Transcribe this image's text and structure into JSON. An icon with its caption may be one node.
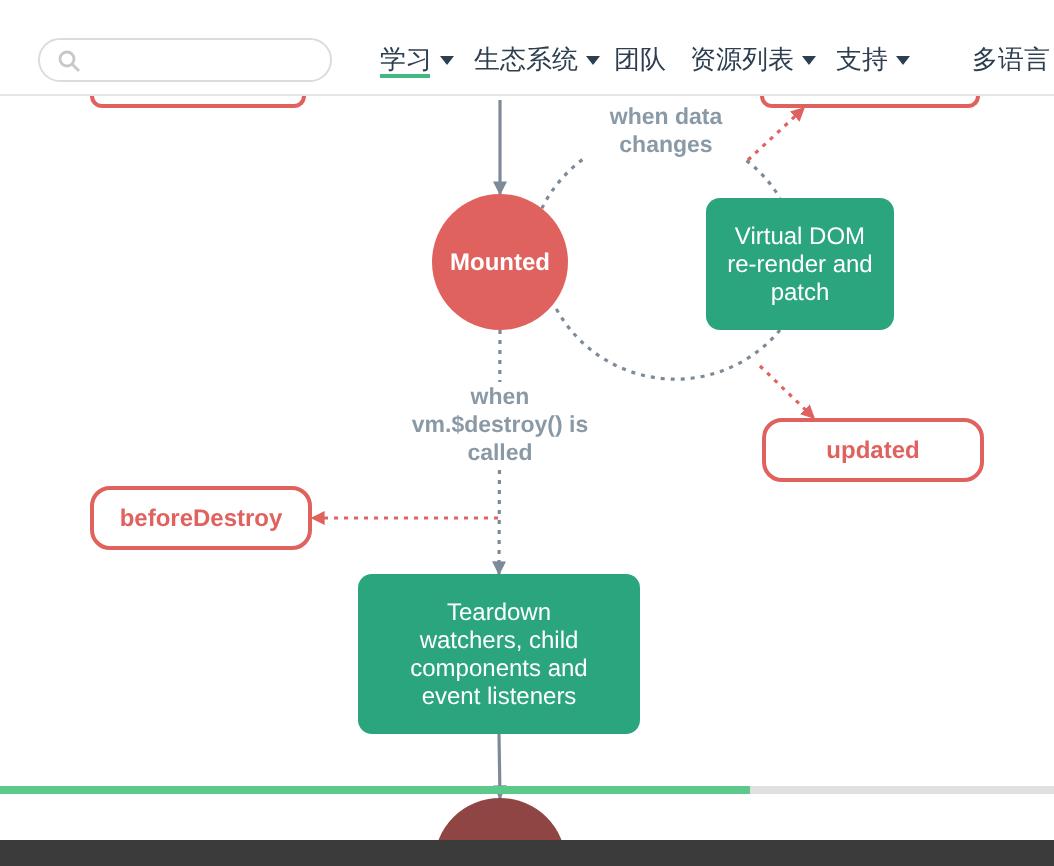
{
  "diagram": {
    "nodes": [
      {
        "text": [],
        "shape": "box"
      },
      {
        "text": [],
        "shape": "box"
      },
      {
        "text": [
          "Mounted"
        ]
      },
      {
        "text": [
          "Virtual DOM re-render and patch"
        ]
      },
      {
        "text": [
          "updated"
        ]
      },
      {
        "text": [
          "beforeDestroy"
        ]
      },
      {
        "text": [
          "Teardown watchers, child components and event listeners"
        ]
      },
      {
        "text": [],
        "shape": "circle"
      }
    ],
    "edges": [
      {
        "from": null,
        "to": 2,
        "arrow": "to"
      },
      {
        "from": 2,
        "to": 3,
        "arrow": "none",
        "style": "dashed",
        "label": "when data changes"
      },
      {
        "from": 3,
        "to": 2,
        "arrow": "none",
        "style": "dashed"
      },
      {
        "from": null,
        "to": 1,
        "arrow": "to",
        "style": "dashed",
        "color": "#e0625f"
      },
      {
        "from": null,
        "to": 4,
        "arrow": "to",
        "style": "dashed",
        "color": "#e0625f"
      },
      {
        "from": 2,
        "to": 6,
        "arrow": "to",
        "style": "dashed",
        "label": "when vm.$destroy() is called"
      },
      {
        "from": null,
        "to": 5,
        "arrow": "to",
        "style": "dashed",
        "color": "#e0625f"
      },
      {
        "from": 6,
        "to": 7,
        "arrow": "to"
      }
    ],
    "labels": [
      "学习",
      "生态系统",
      "团队",
      "资源列表",
      "支持",
      "多语言"
    ]
  }
}
